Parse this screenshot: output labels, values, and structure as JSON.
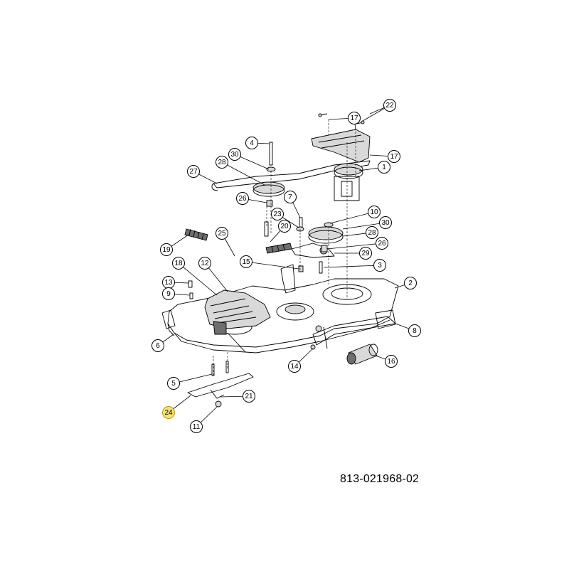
{
  "document_number": "813-021968-02",
  "highlight_color": "#f3e27a",
  "callouts": [
    {
      "label": "22",
      "highlighted": false
    },
    {
      "label": "17",
      "highlighted": false
    },
    {
      "label": "17",
      "highlighted": false
    },
    {
      "label": "4",
      "highlighted": false
    },
    {
      "label": "30",
      "highlighted": false
    },
    {
      "label": "28",
      "highlighted": false
    },
    {
      "label": "27",
      "highlighted": false
    },
    {
      "label": "1",
      "highlighted": false
    },
    {
      "label": "26",
      "highlighted": false
    },
    {
      "label": "7",
      "highlighted": false
    },
    {
      "label": "23",
      "highlighted": false
    },
    {
      "label": "10",
      "highlighted": false
    },
    {
      "label": "30",
      "highlighted": false
    },
    {
      "label": "20",
      "highlighted": false
    },
    {
      "label": "25",
      "highlighted": false
    },
    {
      "label": "28",
      "highlighted": false
    },
    {
      "label": "26",
      "highlighted": false
    },
    {
      "label": "19",
      "highlighted": false
    },
    {
      "label": "29",
      "highlighted": false
    },
    {
      "label": "15",
      "highlighted": false
    },
    {
      "label": "18",
      "highlighted": false
    },
    {
      "label": "12",
      "highlighted": false
    },
    {
      "label": "3",
      "highlighted": false
    },
    {
      "label": "13",
      "highlighted": false
    },
    {
      "label": "2",
      "highlighted": false
    },
    {
      "label": "9",
      "highlighted": false
    },
    {
      "label": "8",
      "highlighted": false
    },
    {
      "label": "6",
      "highlighted": false
    },
    {
      "label": "14",
      "highlighted": false
    },
    {
      "label": "16",
      "highlighted": false
    },
    {
      "label": "5",
      "highlighted": false
    },
    {
      "label": "21",
      "highlighted": false
    },
    {
      "label": "24",
      "highlighted": true
    },
    {
      "label": "11",
      "highlighted": false
    }
  ]
}
